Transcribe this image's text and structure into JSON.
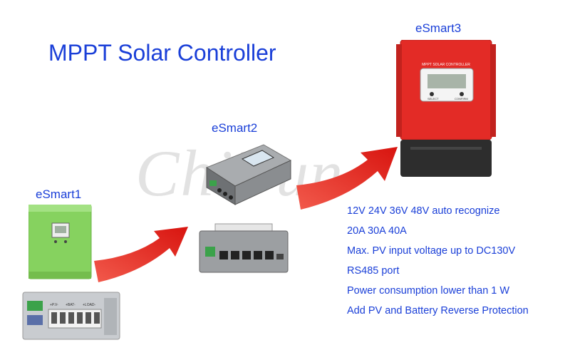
{
  "title": "MPPT Solar Controller",
  "watermark": "ChiFun",
  "models": [
    {
      "label": "eSmart1"
    },
    {
      "label": "eSmart2"
    },
    {
      "label": "eSmart3"
    }
  ],
  "esmart1_terminals": {
    "pv": "+P.V-",
    "bat": "+BAT-",
    "load": "+LOAD-"
  },
  "esmart3_panel": {
    "header": "MPPT SOLAR CONTROLLER",
    "select_label": "SELECT",
    "confirm_label": "CONFIRM"
  },
  "features": [
    "12V 24V 36V 48V auto recognize",
    "20A 30A 40A",
    "Max. PV input voltage up to DC130V",
    "RS485 port",
    "Power consumption lower than 1 W",
    "Add PV and Battery Reverse Protection"
  ],
  "colors": {
    "text_blue": "#1a3fd8",
    "arrow_red": "#e0201c",
    "esmart1_green": "#8ed66a",
    "esmart3_red": "#e32b26",
    "esmart2_gray": "#8a8d90"
  },
  "icons": [
    "curved-arrow-icon",
    "lcd-display-icon",
    "terminal-block-icon"
  ]
}
